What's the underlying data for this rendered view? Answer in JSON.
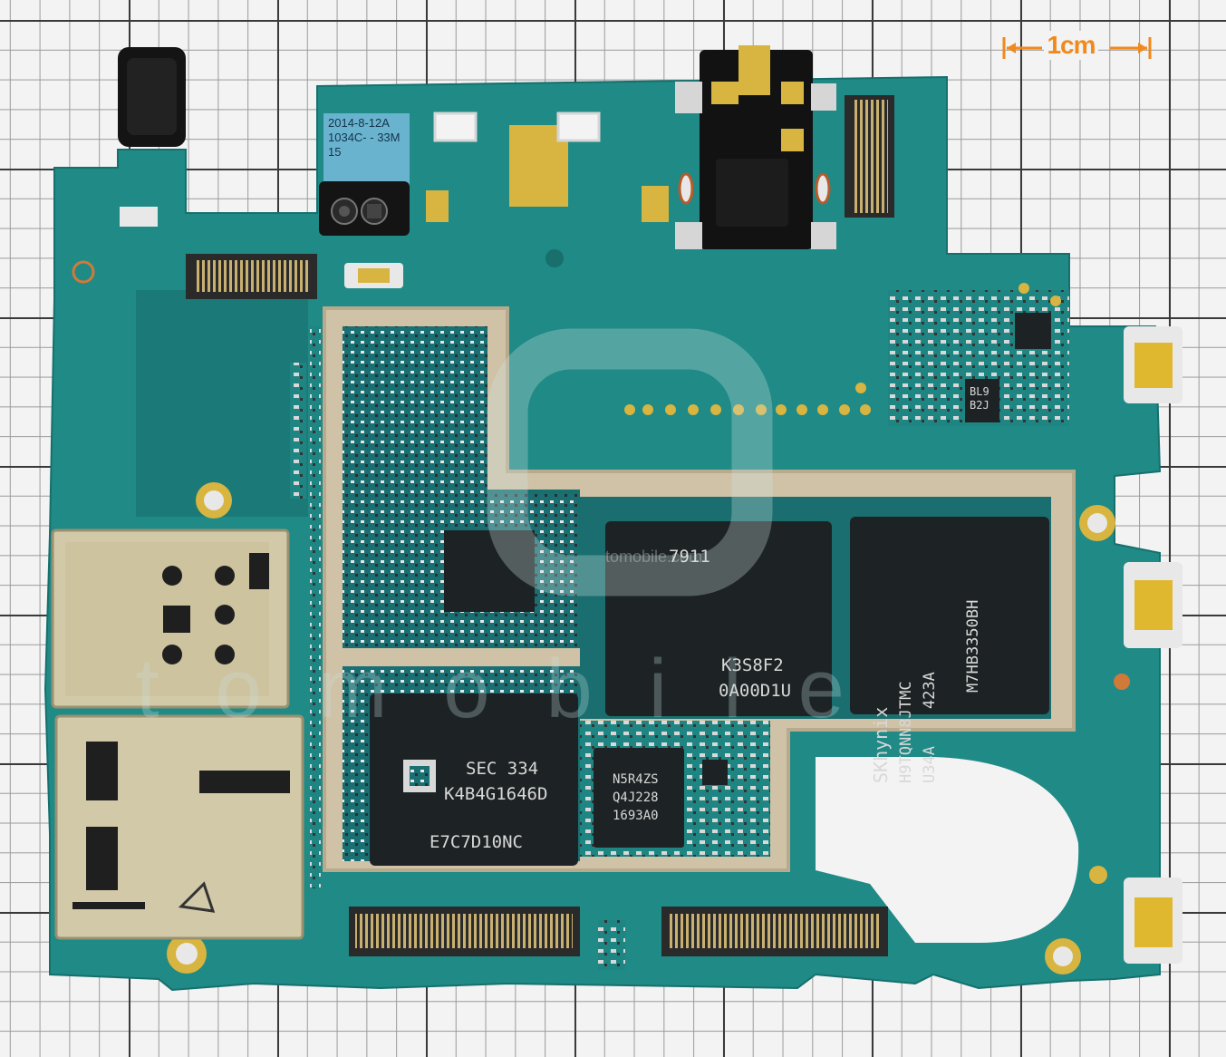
{
  "scale_bar": {
    "label": "1cm",
    "color": "#f08a1c"
  },
  "camera_sticker": {
    "line1": "2014-8-12A",
    "line2": "1034C- - 33M",
    "line3": "15"
  },
  "chips": {
    "samsung_ram": {
      "line1": "SEC 334",
      "line2": "K4B4G1646D",
      "line3": "E7C7D10NC"
    },
    "small_chip": {
      "line1": "N5R4ZS",
      "line2": "Q4J228",
      "line3": "1693A0"
    },
    "processor": {
      "line1": "7911",
      "line2": "K3S8F2",
      "line3": "0A00D1U"
    },
    "skhynix": {
      "line1": "SKhynix",
      "line2": "H9TQNN8JTMC",
      "line3": "U34A    423A",
      "line4": "M7HB3350BH"
    },
    "pmic": {
      "line1": "BL9",
      "line2": "B2J"
    }
  },
  "watermark": {
    "big": "tomobile",
    "small": "tomobile.com"
  },
  "colors": {
    "pcb": "#1f8a86",
    "pcb_dark": "#176f6d",
    "shield": "#cfc2a6",
    "chip": "#1d2324",
    "gold": "#d8b440"
  }
}
